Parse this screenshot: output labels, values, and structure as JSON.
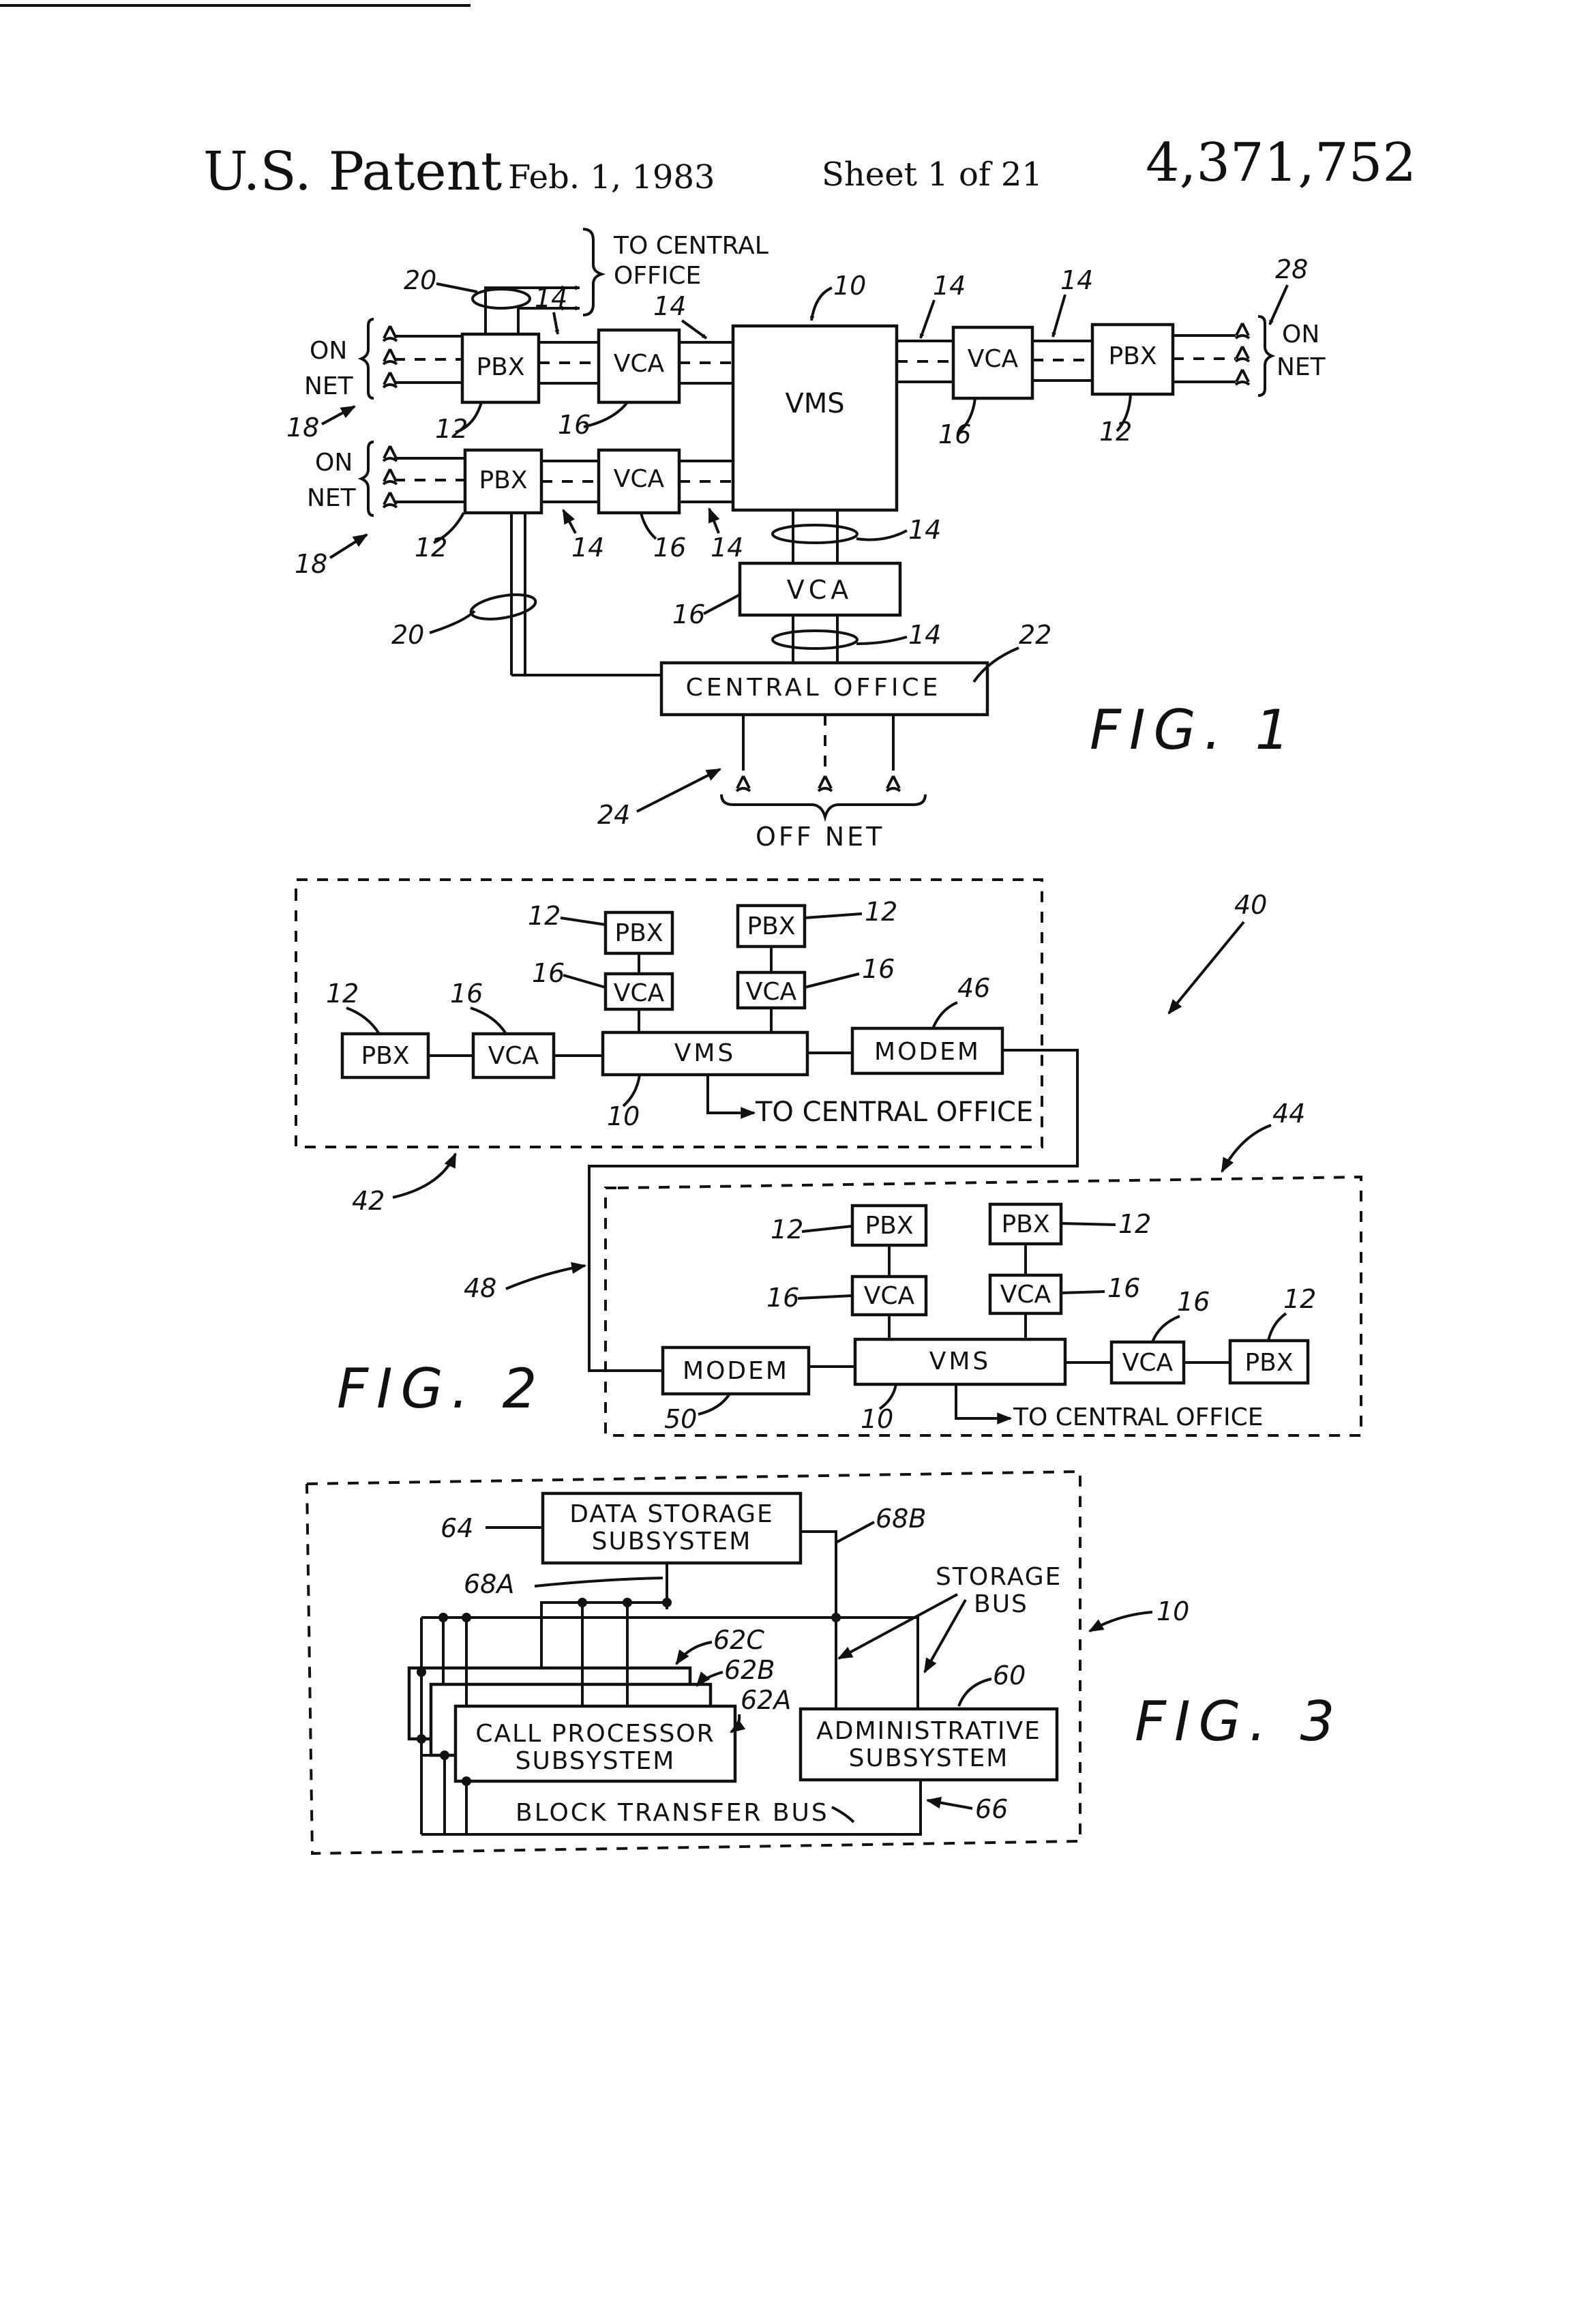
{
  "header": {
    "left": "U.S. Patent",
    "date": "Feb. 1, 1983",
    "sheet": "Sheet 1 of 21",
    "number": "4,371,752"
  },
  "fig1": {
    "caption": "FIG. 1",
    "to_central_office_1": "TO CENTRAL",
    "to_central_office_2": "OFFICE",
    "pbx": "PBX",
    "vca": "VCA",
    "vms": "VMS",
    "central_office": "CENTRAL OFFICE",
    "on": "ON",
    "net": "NET",
    "off_net": "OFF NET",
    "refs": {
      "r10": "10",
      "r12": "12",
      "r14": "14",
      "r16": "16",
      "r18": "18",
      "r20": "20",
      "r22": "22",
      "r24": "24",
      "r28": "28"
    }
  },
  "fig2": {
    "caption": "FIG. 2",
    "pbx": "PBX",
    "vca": "VCA",
    "vms": "VMS",
    "modem": "MODEM",
    "to_central_office": "TO CENTRAL OFFICE",
    "refs": {
      "r10": "10",
      "r12": "12",
      "r16": "16",
      "r40": "40",
      "r42": "42",
      "r44": "44",
      "r46": "46",
      "r48": "48",
      "r50": "50"
    }
  },
  "fig3": {
    "caption": "FIG. 3",
    "data_storage_1": "DATA STORAGE",
    "data_storage_2": "SUBSYSTEM",
    "call_processor_1": "CALL PROCESSOR",
    "call_processor_2": "SUBSYSTEM",
    "admin_1": "ADMINISTRATIVE",
    "admin_2": "SUBSYSTEM",
    "storage_bus_1": "STORAGE",
    "storage_bus_2": "BUS",
    "block_transfer_bus": "BLOCK TRANSFER BUS",
    "refs": {
      "r10": "10",
      "r60": "60",
      "r62a": "62A",
      "r62b": "62B",
      "r62c": "62C",
      "r64": "64",
      "r66": "66",
      "r68a": "68A",
      "r68b": "68B"
    }
  }
}
